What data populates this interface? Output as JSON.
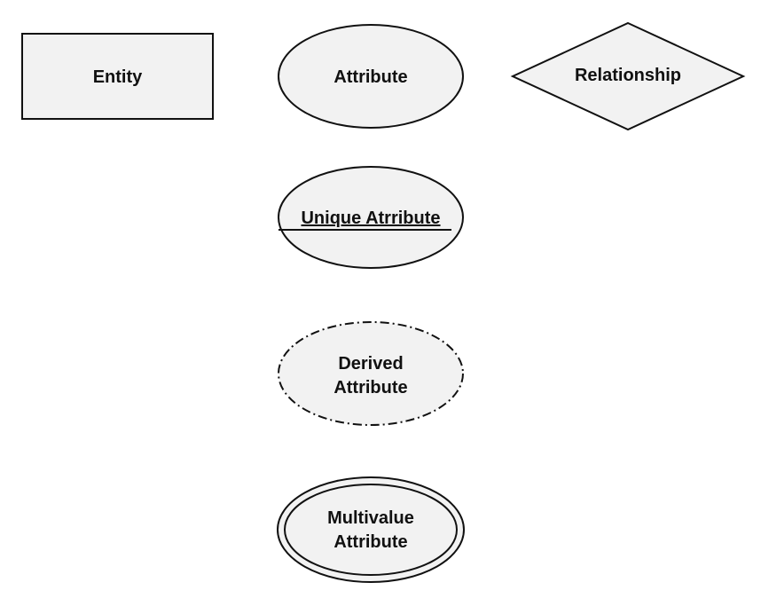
{
  "diagram": {
    "entity": {
      "label": "Entity"
    },
    "attribute": {
      "label": "Attribute"
    },
    "relationship": {
      "label": "Relationship"
    },
    "unique_attribute": {
      "label": "Unique Atrribute"
    },
    "derived_attribute": {
      "line1": "Derived",
      "line2": "Attribute"
    },
    "multivalue_attribute": {
      "line1": "Multivalue",
      "line2": "Attribute"
    }
  },
  "colors": {
    "shape_fill": "#f2f2f2",
    "stroke": "#111111",
    "text": "#111111"
  }
}
